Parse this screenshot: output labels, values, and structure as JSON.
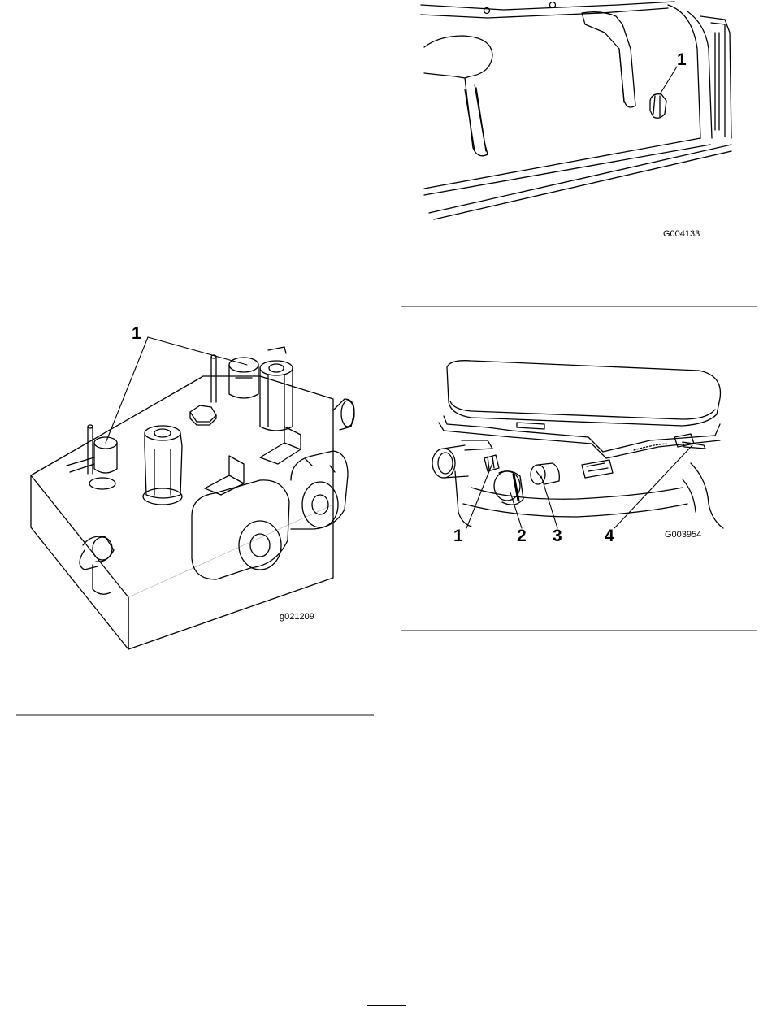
{
  "figure_top_right": {
    "callouts": [
      "1"
    ],
    "figure_id": "G004133"
  },
  "figure_middle_right": {
    "callouts": [
      "1",
      "2",
      "3",
      "4"
    ],
    "figure_id": "G003954"
  },
  "figure_left": {
    "callouts": [
      "1"
    ],
    "figure_id": "g021209"
  }
}
